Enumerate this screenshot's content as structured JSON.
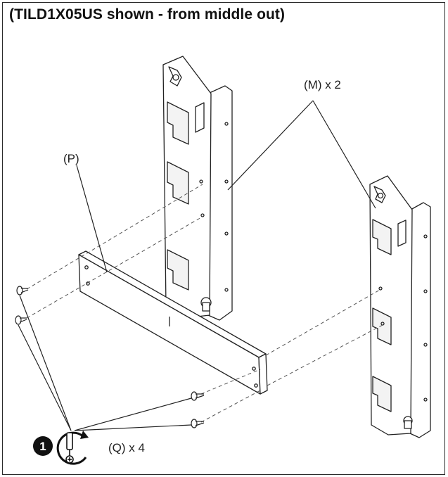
{
  "title": "(TILD1X05US shown - from middle out)",
  "labels": {
    "bracket": "(M) x 2",
    "plate": "(P)",
    "screws": "(Q) x 4"
  },
  "step": "1",
  "icons": [
    "screwdriver-icon",
    "rotate-clockwise-icon"
  ]
}
